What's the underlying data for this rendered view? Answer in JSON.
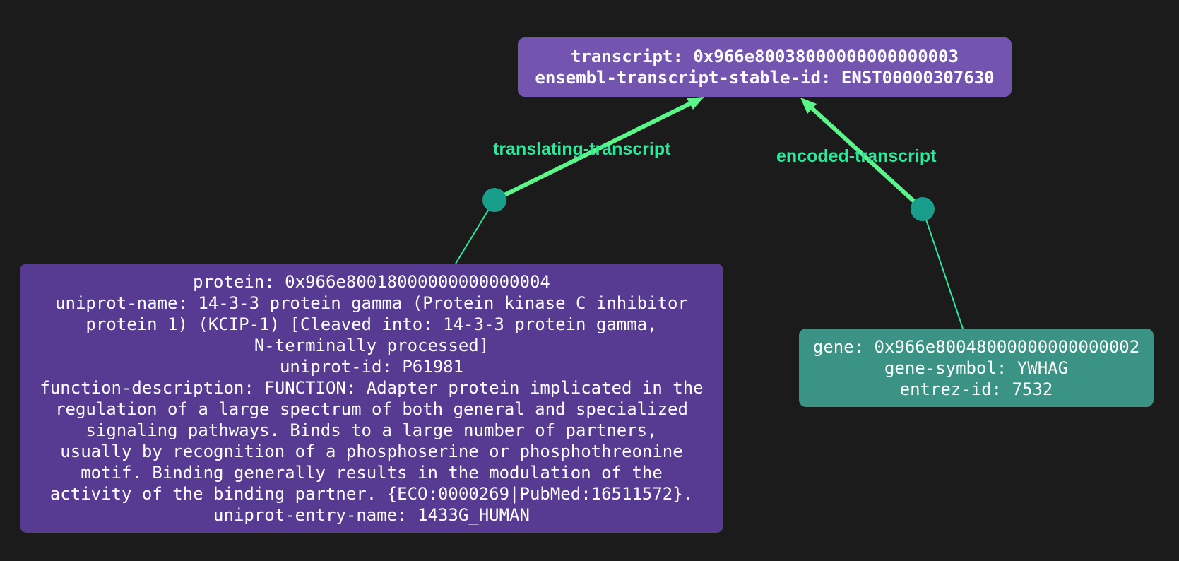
{
  "nodes": {
    "transcript": {
      "lines": [
        "transcript: 0x966e80038000000000000003",
        "ensembl-transcript-stable-id: ENST00000307630"
      ]
    },
    "protein": {
      "lines": [
        "protein: 0x966e80018000000000000004",
        "uniprot-name: 14-3-3 protein gamma (Protein kinase C inhibitor",
        "protein 1) (KCIP-1) [Cleaved into: 14-3-3 protein gamma,",
        "N-terminally processed]",
        "uniprot-id: P61981",
        "function-description: FUNCTION: Adapter protein implicated in the",
        "regulation of a large spectrum of both general and specialized",
        "signaling pathways. Binds to a large number of partners,",
        "usually by recognition of a phosphoserine or phosphothreonine",
        "motif. Binding generally results in the modulation of the",
        "activity of the binding partner. {ECO:0000269|PubMed:16511572}.",
        "uniprot-entry-name: 1433G_HUMAN"
      ]
    },
    "gene": {
      "lines": [
        "gene: 0x966e80048000000000000002",
        "gene-symbol: YWHAG",
        "entrez-id: 7532"
      ]
    }
  },
  "edges": {
    "translating": {
      "label": "translating-transcript"
    },
    "encoded": {
      "label": "encoded-transcript"
    }
  },
  "colors": {
    "background": "#1b1b1b",
    "transcript_node": "#7355b0",
    "protein_node": "#573b93",
    "gene_node": "#3a9384",
    "edge_arrow": "#5cf58a",
    "edge_thin": "#2ee89a",
    "edge_label": "#2ee89a",
    "relation_dot": "#1a9e8c"
  }
}
